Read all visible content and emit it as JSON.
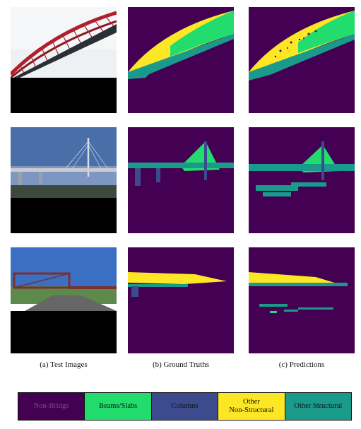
{
  "captions": {
    "test_images": "(a) Test Images",
    "ground_truths": "(b) Ground Truths",
    "predictions": "(c) Predictions"
  },
  "legend": [
    {
      "label": "Non-Bridge",
      "color": "#440154"
    },
    {
      "label": "Beams/Slabs",
      "color": "#22dc6e"
    },
    {
      "label": "Columns",
      "color": "#3b4b8e"
    },
    {
      "label": "Other\nNon-Structural",
      "color": "#fde725"
    },
    {
      "label": "Other Structural",
      "color": "#1a9a8a"
    }
  ],
  "colors": {
    "non_bridge": "#440154",
    "beams_slabs": "#22dc6e",
    "columns": "#3b4b8e",
    "other_non_structural": "#fde725",
    "other_structural": "#1a9a8a"
  }
}
